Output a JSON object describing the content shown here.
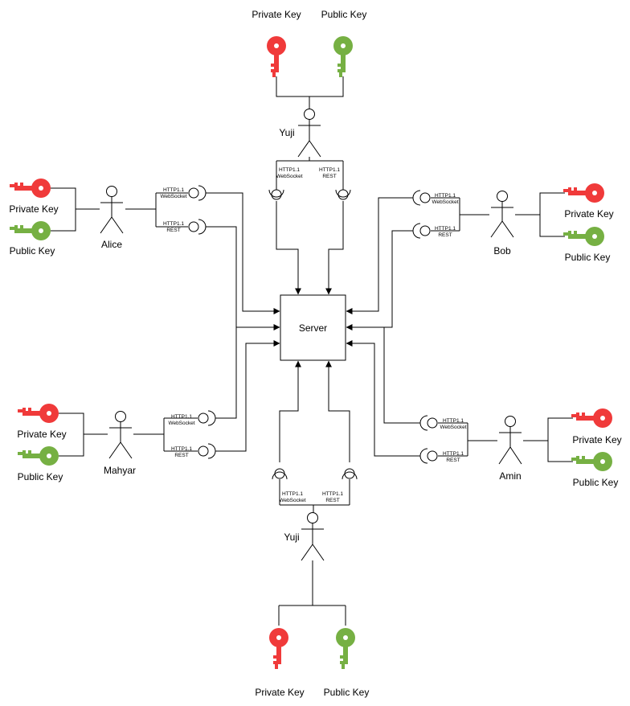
{
  "server": {
    "label": "Server"
  },
  "colors": {
    "private_key": "#f03a3a",
    "public_key": "#76b043",
    "line": "#000000"
  },
  "key_labels": {
    "private": "Private Key",
    "public": "Public Key"
  },
  "ports": {
    "http": "HTTP1.1",
    "websocket": "WebSocket",
    "rest": "REST"
  },
  "actors": {
    "top": {
      "name": "Yuji"
    },
    "left": {
      "name": "Alice"
    },
    "right": {
      "name": "Bob"
    },
    "bottom_left": {
      "name": "Mahyar"
    },
    "bottom_right": {
      "name": "Amin"
    },
    "bottom": {
      "name": "Yuji"
    }
  }
}
